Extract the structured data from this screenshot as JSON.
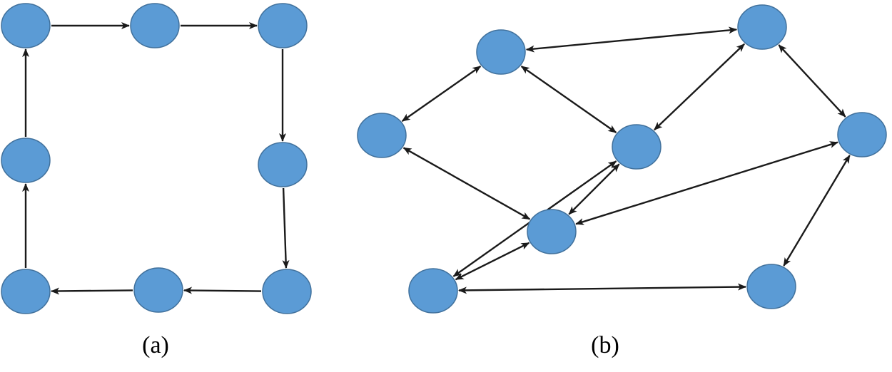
{
  "colors": {
    "node_fill": "#5b9bd5",
    "node_stroke": "#41719c",
    "edge": "#1a1a1a",
    "background": "#ffffff"
  },
  "panels": [
    {
      "id": "a",
      "label": "(a)",
      "edge_type": "directed",
      "nodes": [
        "a1",
        "a2",
        "a3",
        "a4",
        "a5",
        "a6",
        "a7",
        "a8"
      ],
      "edges": [
        [
          "a1",
          "a2"
        ],
        [
          "a2",
          "a3"
        ],
        [
          "a3",
          "a4"
        ],
        [
          "a4",
          "a5"
        ],
        [
          "a5",
          "a6"
        ],
        [
          "a6",
          "a7"
        ],
        [
          "a7",
          "a8"
        ],
        [
          "a8",
          "a1"
        ]
      ]
    },
    {
      "id": "b",
      "label": "(b)",
      "edge_type": "bidirectional",
      "nodes": [
        "b1",
        "b2",
        "b3",
        "b4",
        "b5",
        "b6",
        "b7",
        "b8"
      ],
      "edges": [
        [
          "b1",
          "b2"
        ],
        [
          "b1",
          "b3"
        ],
        [
          "b2",
          "b4"
        ],
        [
          "b2",
          "b5"
        ],
        [
          "b4",
          "b5"
        ],
        [
          "b3",
          "b4"
        ],
        [
          "b3",
          "b6"
        ],
        [
          "b6",
          "b7"
        ],
        [
          "b3",
          "b8"
        ],
        [
          "b8",
          "b7"
        ],
        [
          "b5",
          "b8"
        ],
        [
          "b4",
          "b6"
        ]
      ]
    }
  ]
}
